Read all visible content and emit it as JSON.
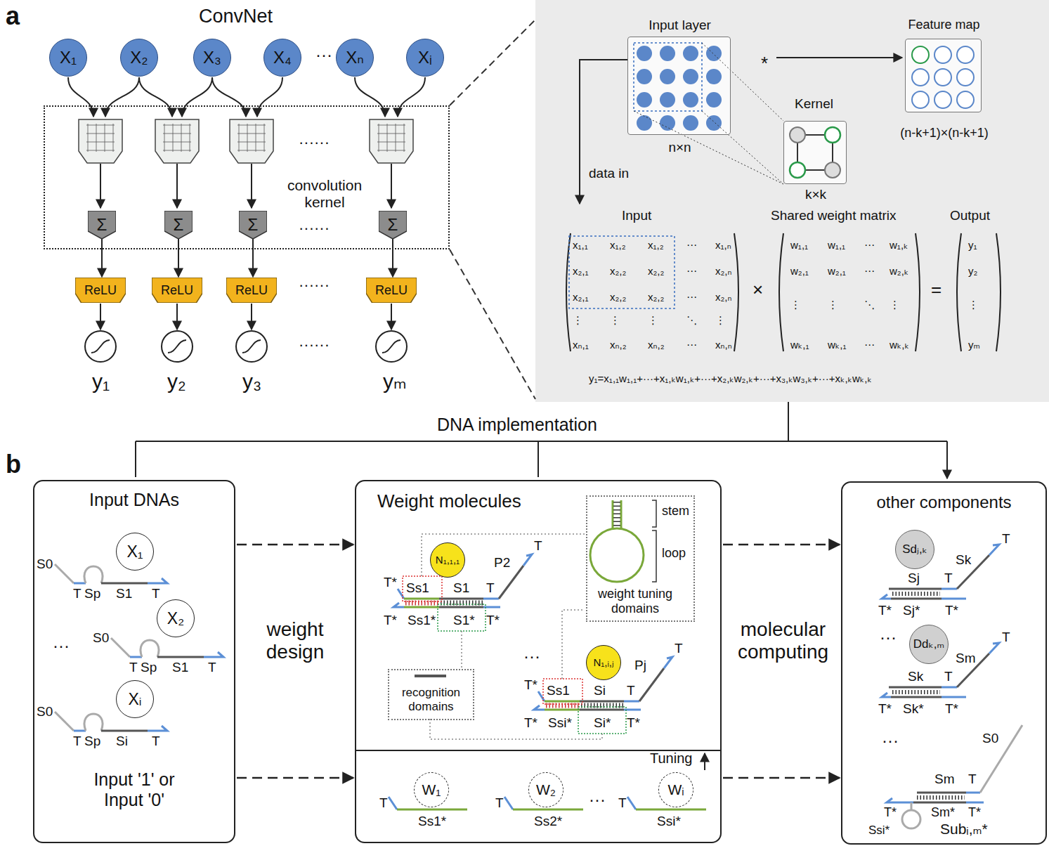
{
  "diagram": {
    "nodes": [
      {
        "text": [
          "X₁"
        ]
      },
      {
        "text": [
          "X₂"
        ]
      },
      {
        "text": [
          "X₃"
        ]
      },
      {
        "text": [
          "X₄"
        ]
      },
      {
        "text": [
          "Xₙ"
        ]
      },
      {
        "text": [
          "Xᵢ"
        ]
      },
      {
        "text": [
          "convolution kernel"
        ]
      },
      {
        "text": [
          "Σ"
        ],
        "in": 6
      },
      {
        "text": [
          "Σ"
        ],
        "in": 6
      },
      {
        "text": [
          "Σ"
        ],
        "in": 6
      },
      {
        "text": [
          "Σ"
        ],
        "in": 6
      },
      {
        "text": [
          "ReLU"
        ]
      },
      {
        "text": [
          "ReLU"
        ]
      },
      {
        "text": [
          "ReLU"
        ]
      },
      {
        "text": [
          "ReLU"
        ]
      },
      {
        "text": [
          "Input layer",
          "n×n"
        ]
      },
      {
        "text": [
          "Feature map",
          "(n-k+1)×(n-k+1)"
        ]
      },
      {
        "text": [
          "Kernel",
          "k×k"
        ]
      },
      {
        "text": [
          "Input DNAs",
          "Input '1' or Input '0'"
        ]
      },
      {
        "text": [
          "X₁"
        ],
        "in": 18
      },
      {
        "text": [
          "X₂"
        ],
        "in": 18
      },
      {
        "text": [
          "Xᵢ"
        ],
        "in": 18
      },
      {
        "text": [
          "Weight molecules"
        ]
      },
      {
        "text": [
          "stem",
          "loop",
          "weight tuning domains"
        ],
        "in": 22
      },
      {
        "text": [
          "recognition domains"
        ],
        "in": 22
      },
      {
        "text": [
          "N₁,₁,₁"
        ],
        "in": 22
      },
      {
        "text": [
          "N₁,ᵢ,ⱼ"
        ],
        "in": 22
      },
      {
        "text": [
          "W₁"
        ],
        "in": 22
      },
      {
        "text": [
          "W₂"
        ],
        "in": 22
      },
      {
        "text": [
          "Wᵢ"
        ],
        "in": 22
      },
      {
        "text": [
          "other components"
        ]
      },
      {
        "text": [
          "Sdⱼ,ₖ"
        ],
        "in": 30
      },
      {
        "text": [
          "Ddₖ,ₘ"
        ],
        "in": 30
      }
    ],
    "edges": [
      {
        "from": 7,
        "to": 11,
        "arrow": "to"
      },
      {
        "from": 8,
        "to": 12,
        "arrow": "to"
      },
      {
        "from": 9,
        "to": 13,
        "arrow": "to"
      },
      {
        "from": 10,
        "to": 14,
        "arrow": "to"
      },
      {
        "from": 18,
        "to": 22,
        "arrow": "to"
      },
      {
        "from": 18,
        "to": 22,
        "arrow": "to"
      },
      {
        "from": 22,
        "to": 30,
        "arrow": "to"
      },
      {
        "from": 22,
        "to": 30,
        "arrow": "to"
      }
    ],
    "labels": [
      "x₁,₁",
      "x₁,₂",
      "x₁,₂",
      "⋯",
      "x₁,ₙ",
      "x₂,₁",
      "x₂,₂",
      "x₂,₂",
      "⋯",
      "x₂,ₙ",
      "x₂,₁",
      "x₂,₂",
      "x₂,₂",
      "⋯",
      "x₂,ₙ",
      "⋮",
      "⋮",
      "⋮",
      "⋱",
      "⋮",
      "xₙ,₁",
      "xₙ,₂",
      "xₙ,₂",
      "⋯",
      "xₙ,ₙ",
      "w₁,₁",
      "w₁,₁",
      "⋯",
      "w₁,ₖ",
      "w₂,₁",
      "w₂,₁",
      "⋯",
      "w₂,ₖ",
      "⋮",
      "⋮",
      "⋱",
      "⋮",
      "wₖ,₁",
      "wₖ,₁",
      "⋯",
      "wₖ,ₖ",
      "y₁",
      "y₂",
      "⋮",
      "yₘ",
      "a",
      "ConvNet",
      "···",
      "······",
      "······",
      "······",
      "······",
      "y₁",
      "y₂",
      "y₃",
      "yₘ",
      "*",
      "data in",
      "Input",
      "Shared weight matrix",
      "Output",
      "×",
      "=",
      "y₁=x₁,₁w₁,₁+···+x₁,ₖw₁,ₖ+···+x₂,ₖw₂,ₖ+···+x₃,ₖw₃,ₖ+···+xₖ,ₖwₖ,ₖ",
      "DNA implementation",
      "b",
      "S0",
      "T",
      "Sp",
      "S1",
      "T",
      "···",
      "S0",
      "T",
      "Sp",
      "S1",
      "T",
      "S0",
      "T",
      "Sp",
      "Si",
      "T",
      "weight design",
      "T*",
      "Ss1",
      "S1",
      "T",
      "P2",
      "T",
      "T*",
      "Ss1*",
      "S1*",
      "T*",
      "···",
      "T*",
      "Ss1",
      "Si",
      "T",
      "Pj",
      "T",
      "T*",
      "Ssi*",
      "Si*",
      "T*",
      "Tuning",
      "T",
      "Ss1*",
      "T",
      "Ss2*",
      "···",
      "T",
      "Ssi*",
      "molecular computing",
      "T",
      "Sk",
      "Sj",
      "T",
      "T*",
      "Sj*",
      "T*",
      "···",
      "T",
      "Sm",
      "Sk",
      "T",
      "T*",
      "Sk*",
      "T*",
      "···",
      "S0",
      "Sm",
      "T",
      "T*",
      "Sm*",
      "T*",
      "Ssi*",
      "Subᵢ,ₘ*"
    ]
  }
}
